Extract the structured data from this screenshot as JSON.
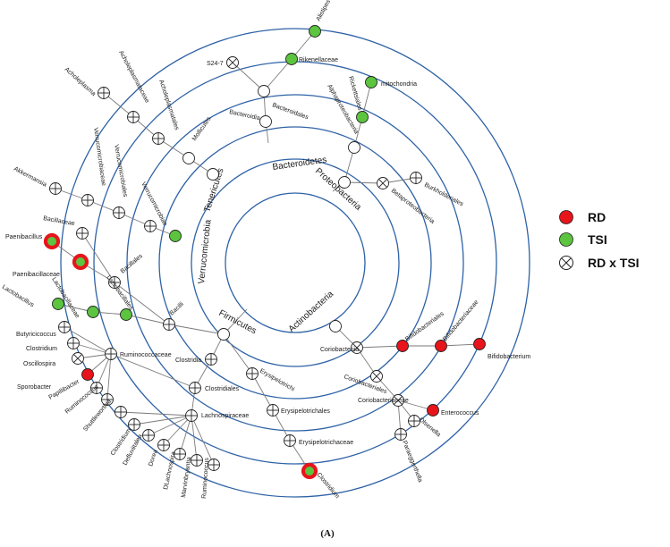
{
  "figure": {
    "caption": "(A)",
    "colors": {
      "rd": "#e8141c",
      "tsi": "#5cc43f",
      "ring": "#2e62a6",
      "edge": "#7a7a7a",
      "neutral": "#ffffff"
    },
    "legend": [
      {
        "key": "rd",
        "label": "RD"
      },
      {
        "key": "tsi",
        "label": "TSI"
      },
      {
        "key": "cross",
        "label": "RD x TSI"
      }
    ],
    "phyla": [
      "Bacteroidetes",
      "Proteobacteria",
      "Tenericutes",
      "Verrucomicrobia",
      "Firmicutes",
      "Actinobacteria"
    ],
    "taxa": {
      "alistipes": "Alistipes",
      "rikenellaceae": "Rikenellaceae",
      "s24_7": "S24-7",
      "bacteroidales": "Bacteroidales",
      "bacteroidia": "Bacteroidia",
      "mitochondria": "mitochondria",
      "rickettsiales": "Rickettsiales",
      "alphaproteobacteria": "Alphaproteobacteria",
      "burkholderiales": "Burkholderiales",
      "betaproteobacteria": "Betaproteobacteria",
      "acholeplasma": "Acholeplasma",
      "acholeplasmataceae": "Acholeplasmataceae",
      "acholeplasmatales": "Acholeplasmatales",
      "mollicutes": "Mollicutes",
      "verrucomicrobiaceae": "Verrucomicrobiaceae",
      "verrucomicrobiales": "Verrucomicrobiales",
      "verrucomicrobiae": "Verrucomicrobiae",
      "akkermansia": "Akkermansia",
      "bacillaceae": "Bacillaceae",
      "paenibacillus": "Paenibacillus",
      "paenibacillaceae": "Paenibacillaceae",
      "bacillales": "Bacillales",
      "lactobacillaceae": "Lactobacillaceae",
      "lactobacillales": "Lactobacillales",
      "lactobacillus": "Lactobacillus",
      "bacilli": "Bacilli",
      "butyricicoccus": "Butyricicoccus",
      "clostridium": "Clostridium",
      "oscillospira": "Oscillospira",
      "sporobacter": "Sporobacter",
      "ruminococcaceae": "Ruminococcaceae",
      "papillibacter": "Papillibacter",
      "ruminococcus": "Ruminococcus",
      "shuttleworthia": "Shuttleworthia",
      "defluviitalea": "Defluviitalea",
      "dorea": "Dorea",
      "dlachnospira": "DLachnospira",
      "marvinbryantia": "Marvinbryantia",
      "ruminococcus2": "Ruminococcus",
      "lachnospiraceae": "Lachnospiraceae",
      "clostridiales": "Clostridiales",
      "clostridia": "Clostridia",
      "erysipelotrichi": "Erysipelotrichi",
      "erysipelotrichales": "Erysipelotrichales",
      "erysipelotrichaceae": "Erysipelotrichaceae",
      "clostridium_e": "Clostridium",
      "coriobacteriia": "Coriobacteriia",
      "coriobacteriales": "Coriobacteriales",
      "coriobacteriaceae": "Coriobacteriaceae",
      "bifidobacteriales": "Bifidobacteriales",
      "bifidobacteriaceae": "Bifidobacteriaceae",
      "bifidobacterium": "Bifidobacterium",
      "enterococcus": "Enterococcus",
      "olsenella": "Olsenella",
      "paraeggerthella": "Paraeggerthella"
    }
  }
}
